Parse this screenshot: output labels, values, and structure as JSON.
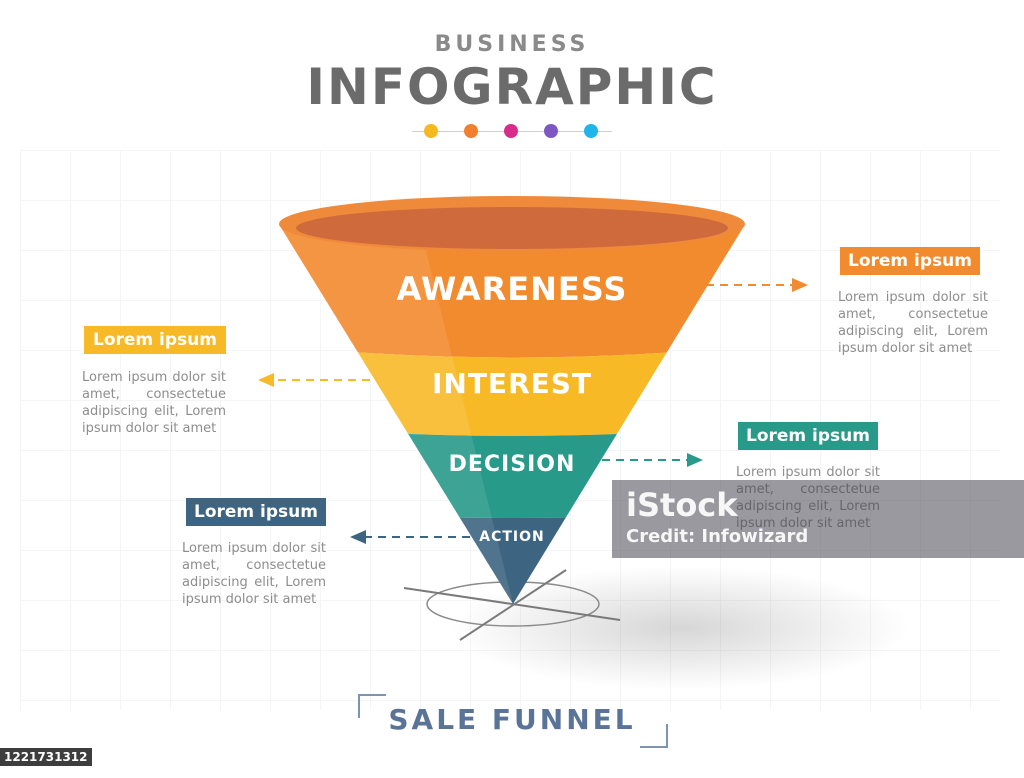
{
  "header": {
    "subtitle": "BUSINESS",
    "title": "INFOGRAPHIC",
    "dot_colors": [
      "#f5b920",
      "#f07f2e",
      "#d82c8d",
      "#7e57c2",
      "#1fb5e9"
    ]
  },
  "stages": [
    {
      "label": "AWARENESS",
      "color": "#f28a2e"
    },
    {
      "label": "INTEREST",
      "color": "#f8b926"
    },
    {
      "label": "DECISION",
      "color": "#279a89"
    },
    {
      "label": "ACTION",
      "color": "#3d6581"
    }
  ],
  "callouts": [
    {
      "title": "Lorem ipsum",
      "color": "#f28a2e",
      "text": "Lorem ipsum dolor sit amet, consectetue adipiscing elit, Lorem ipsum dolor sit amet"
    },
    {
      "title": "Lorem ipsum",
      "color": "#f8b926",
      "text": "Lorem ipsum dolor sit amet, consectetue adipiscing elit, Lorem ipsum dolor sit amet"
    },
    {
      "title": "Lorem ipsum",
      "color": "#279a89",
      "text": "Lorem ipsum dolor sit amet, consectetue adipiscing elit, Lorem ipsum dolor sit amet"
    },
    {
      "title": "Lorem ipsum",
      "color": "#3d6581",
      "text": "Lorem ipsum dolor sit amet, consectetue adipiscing elit, Lorem ipsum dolor sit amet"
    }
  ],
  "footer": {
    "title": "SALE FUNNEL"
  },
  "watermark": {
    "logo": "iStock",
    "credit": "Credit: Infowizard",
    "image_id": "1221731312"
  }
}
